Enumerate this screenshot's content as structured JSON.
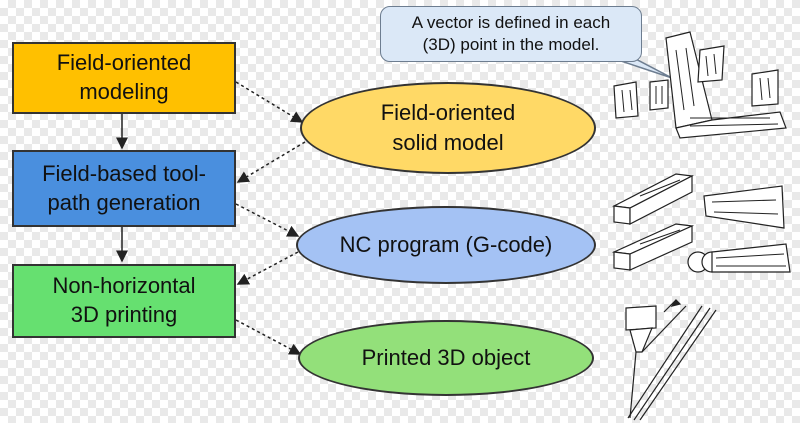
{
  "process": {
    "step1": "Field-oriented\nmodeling",
    "step2": "Field-based tool-\npath generation",
    "step3": "Non-horizontal\n3D printing"
  },
  "outputs": {
    "model": "Field-oriented\nsolid model",
    "program": "NC program (G-code)",
    "object": "Printed 3D object"
  },
  "callout": {
    "text": "A vector is defined in each\n(3D) point in the model."
  },
  "colors": {
    "step1_fill": "#ffc000",
    "step2_fill": "#4a8fde",
    "step3_fill": "#66e070",
    "model_fill": "#ffd966",
    "program_fill": "#a4c2f4",
    "object_fill": "#93e07a",
    "callout_fill": "#dbe8f7"
  },
  "icons": [
    "vector-field-model-icon",
    "toolpath-segments-icon",
    "printer-nozzle-icon"
  ]
}
